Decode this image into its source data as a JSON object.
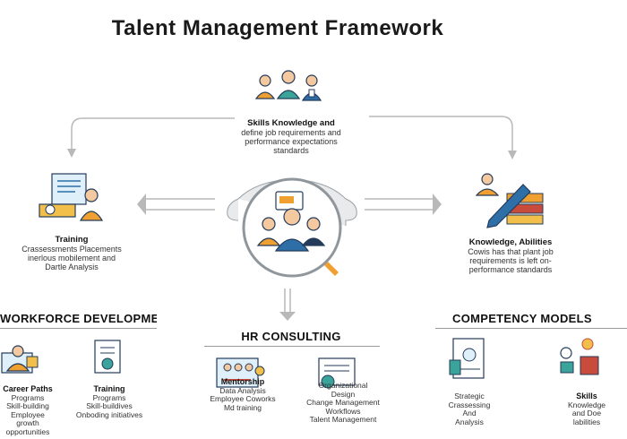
{
  "title": "Talent Management Framework",
  "top_block": {
    "heading": "Skills Knowledge and",
    "lines": [
      "define job requirements and",
      "performance expectations",
      "standards"
    ]
  },
  "left_block": {
    "heading": "Training",
    "lines": [
      "Crassessments Placements",
      "inerlous mobilement and",
      "Dartle Analysis"
    ]
  },
  "right_block": {
    "heading": "Knowledge, Abilities",
    "lines": [
      "Cowis has that plant job",
      "requirements is left on-",
      "performance standards"
    ]
  },
  "sections": {
    "workforce": "WORKFORCE DEVELOPMENT",
    "hr": "HR CONSULTING",
    "competency": "COMPETENCY MODELS"
  },
  "workforce_items": [
    {
      "heading": "Career Paths",
      "lines": [
        "Programs",
        "Skill-building",
        "Employee growth",
        "opportunities"
      ]
    },
    {
      "heading": "Training",
      "lines": [
        "Programs",
        "Skill-buildives",
        "Onboding initiatives"
      ]
    }
  ],
  "hr_items": [
    {
      "heading": "Mentorship",
      "lines": [
        "Data Analysis",
        "Employee Coworks",
        "Md training"
      ]
    },
    {
      "heading": "",
      "lines": [
        "Organizational",
        "Design",
        "Change Management",
        "Workflows",
        "Talent Management"
      ]
    }
  ],
  "competency_items": [
    {
      "heading": "",
      "lines": [
        "Strategic",
        "Crassessing",
        "And",
        "Analysis"
      ]
    },
    {
      "heading": "Skills",
      "lines": [
        "Knowledge",
        "and Doe",
        "labilities"
      ]
    }
  ],
  "colors": {
    "orange": "#f0a030",
    "blue": "#2f6fa8",
    "navy": "#243b5a",
    "teal": "#3aa39a",
    "red": "#c94b3b",
    "yellow": "#f2c04a",
    "arrow": "#b9b9b9"
  }
}
